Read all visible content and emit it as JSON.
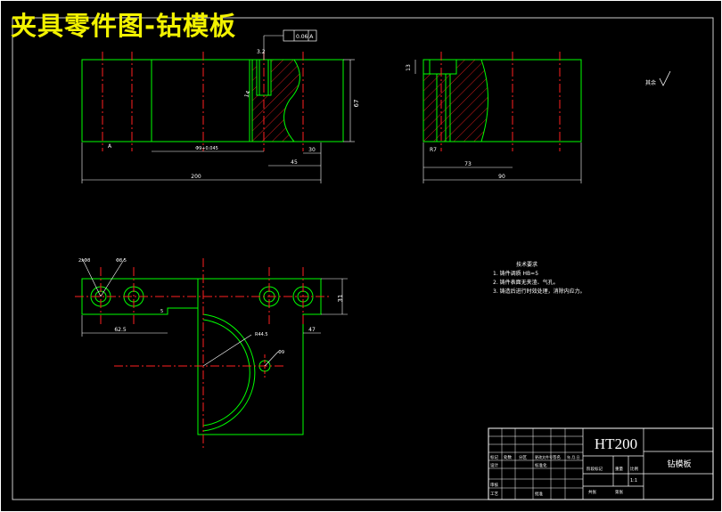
{
  "title": "夹具零件图-钻模板",
  "colors": {
    "outline": "#00ff00",
    "center": "#ff2020",
    "hatch": "#ff2020",
    "dim": "#ffffff",
    "title_text": "#f2f200",
    "frame": "#ffffff"
  },
  "front_view": {
    "tolerance_frame": "0.06 A",
    "dims": {
      "total_length": "200",
      "height": "67",
      "left_span": "30",
      "mid_span": "45",
      "hole_pos": "Φ9+0.045",
      "hole_small": "3.2",
      "datum": "A",
      "depth": "14"
    }
  },
  "side_view": {
    "dims": {
      "top_height": "13",
      "inner": "73",
      "total": "90",
      "radius": "R7"
    }
  },
  "roughness_note": "其余",
  "plan_view": {
    "dims": {
      "left_hole": "2xΦ8",
      "left_hole2": "Φ8.5",
      "width": "31",
      "offset": "62.5",
      "right_offset": "47",
      "arc_radius": "R44.5",
      "small_hole": "Φ9",
      "step": "5"
    }
  },
  "technical_requirements": {
    "heading": "技术要求",
    "items": [
      "1. 铸件调质 HB=5",
      "2. 铸件表面无夹渣、气孔。",
      "3. 铸造后进行时效处理，消除内应力。"
    ]
  },
  "title_block": {
    "material": "HT200",
    "part_name": "钻模板",
    "labels": {
      "mark": "标记",
      "count": "处数",
      "zone": "分区",
      "doc": "更改文件号",
      "sign": "签名",
      "date": "年.月.日",
      "design": "设计",
      "std": "标准化",
      "stage": "阶段标记",
      "weight": "重量",
      "scale": "比例",
      "review": "审核",
      "process": "工艺",
      "approve": "批准",
      "sheets": "共张",
      "sheet": "第张"
    },
    "scale_value": "1:1"
  }
}
